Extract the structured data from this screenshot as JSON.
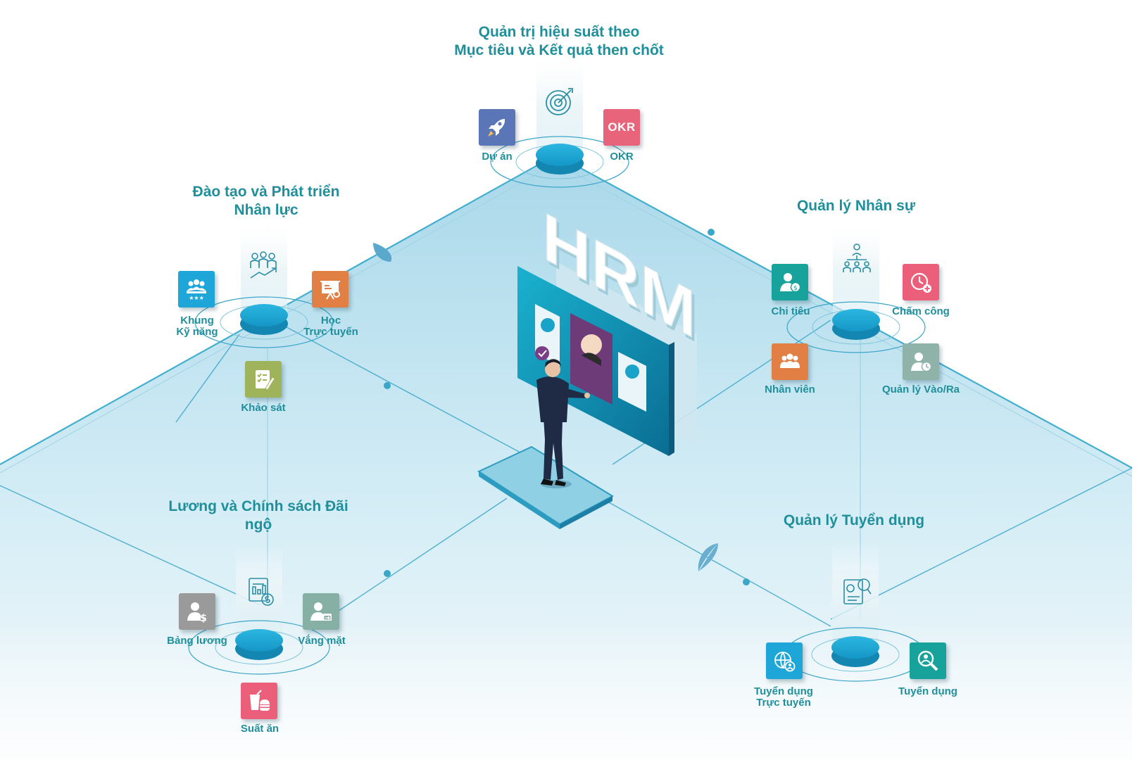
{
  "center": {
    "brand": "HRM"
  },
  "groups": {
    "performance": {
      "title_lines": [
        "Quản trị hiệu suất theo",
        "Mục tiêu và Kết quả then chốt"
      ],
      "hub_icon": "target-arrow-icon",
      "modules": [
        {
          "label_lines": [
            "Dự án"
          ],
          "icon": "rocket-icon",
          "color": "#5b76b7"
        },
        {
          "label_lines": [
            "OKR"
          ],
          "icon": "okr-text-icon",
          "color": "#e8647b",
          "icon_text": "OKR"
        }
      ]
    },
    "training": {
      "title_lines": [
        "Đào tạo và Phát triển",
        "Nhân lực"
      ],
      "hub_icon": "people-growth-icon",
      "modules": [
        {
          "label_lines": [
            "Khung",
            "Kỹ năng"
          ],
          "icon": "team-stars-icon",
          "color": "#1ea6d9"
        },
        {
          "label_lines": [
            "Học",
            "Trực tuyến"
          ],
          "icon": "presentation-board-icon",
          "color": "#e27f44"
        },
        {
          "label_lines": [
            "Khảo sát"
          ],
          "icon": "survey-checklist-icon",
          "color": "#9fb35a"
        }
      ]
    },
    "personnel": {
      "title_lines": [
        "Quản lý Nhân sự"
      ],
      "hub_icon": "org-chart-icon",
      "modules": [
        {
          "label_lines": [
            "Chi tiêu"
          ],
          "icon": "person-coin-icon",
          "color": "#17a39c"
        },
        {
          "label_lines": [
            "Chấm công"
          ],
          "icon": "clock-plus-icon",
          "color": "#ec5f7a"
        },
        {
          "label_lines": [
            "Nhân viên"
          ],
          "icon": "group-people-icon",
          "color": "#e27f44"
        },
        {
          "label_lines": [
            "Quản lý Vào/Ra"
          ],
          "icon": "person-clock-icon",
          "color": "#8fb3a8"
        }
      ]
    },
    "payroll": {
      "title_lines": [
        "Lương và Chính sách Đãi",
        "ngộ"
      ],
      "hub_icon": "payroll-document-icon",
      "modules": [
        {
          "label_lines": [
            "Bảng lương"
          ],
          "icon": "person-dollar-icon",
          "color": "#9a9a9a"
        },
        {
          "label_lines": [
            "Vắng mặt"
          ],
          "icon": "person-calendar-icon",
          "color": "#86b0a3"
        },
        {
          "label_lines": [
            "Suất ăn"
          ],
          "icon": "meal-icon",
          "color": "#ec5f7a"
        }
      ]
    },
    "recruitment": {
      "title_lines": [
        "Quản lý Tuyển dụng"
      ],
      "hub_icon": "resume-search-icon",
      "modules": [
        {
          "label_lines": [
            "Tuyển dụng",
            "Trực tuyến"
          ],
          "icon": "globe-person-icon",
          "color": "#1ea6d9"
        },
        {
          "label_lines": [
            "Tuyển dụng"
          ],
          "icon": "magnifier-person-icon",
          "color": "#17a39c"
        }
      ]
    }
  }
}
